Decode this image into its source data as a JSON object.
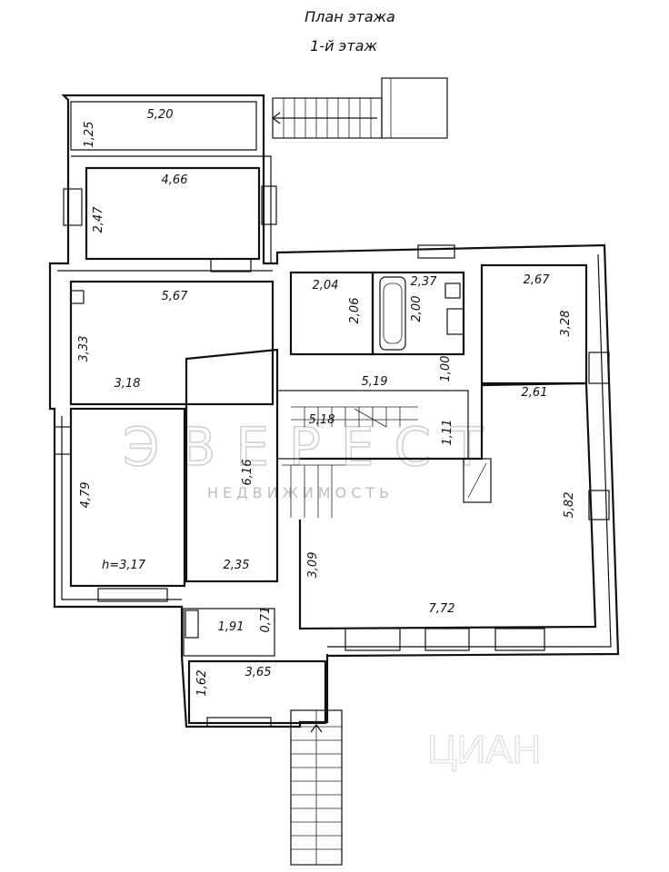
{
  "title": {
    "line1": "План этажа",
    "line2": "1-й этаж"
  },
  "dimensions": {
    "d_5_20": "5,20",
    "d_1_25": "1,25",
    "d_4_66": "4,66",
    "d_2_47": "2,47",
    "d_5_67": "5,67",
    "d_3_33": "3,33",
    "d_3_18": "3,18",
    "d_2_04": "2,04",
    "d_2_06": "2,06",
    "d_2_37": "2,37",
    "d_2_00": "2,00",
    "d_2_67": "2,67",
    "d_3_28": "3,28",
    "d_5_19": "5,19",
    "d_1_00": "1,00",
    "d_5_18": "5,18",
    "d_1_11": "1,11",
    "d_2_61": "2,61",
    "d_5_82": "5,82",
    "d_6_16": "6,16",
    "d_4_79": "4,79",
    "d_h": "h=3,17",
    "d_2_35": "2,35",
    "d_3_09": "3,09",
    "d_7_72": "7,72",
    "d_1_91": "1,91",
    "d_0_71": "0,71",
    "d_1_62": "1,62",
    "d_3_65": "3,65"
  },
  "watermark": {
    "logo": "ЭВЕРЕСТ",
    "subtitle": "НЕДВИЖИМОСТЬ",
    "corner": "ЦИАН"
  }
}
